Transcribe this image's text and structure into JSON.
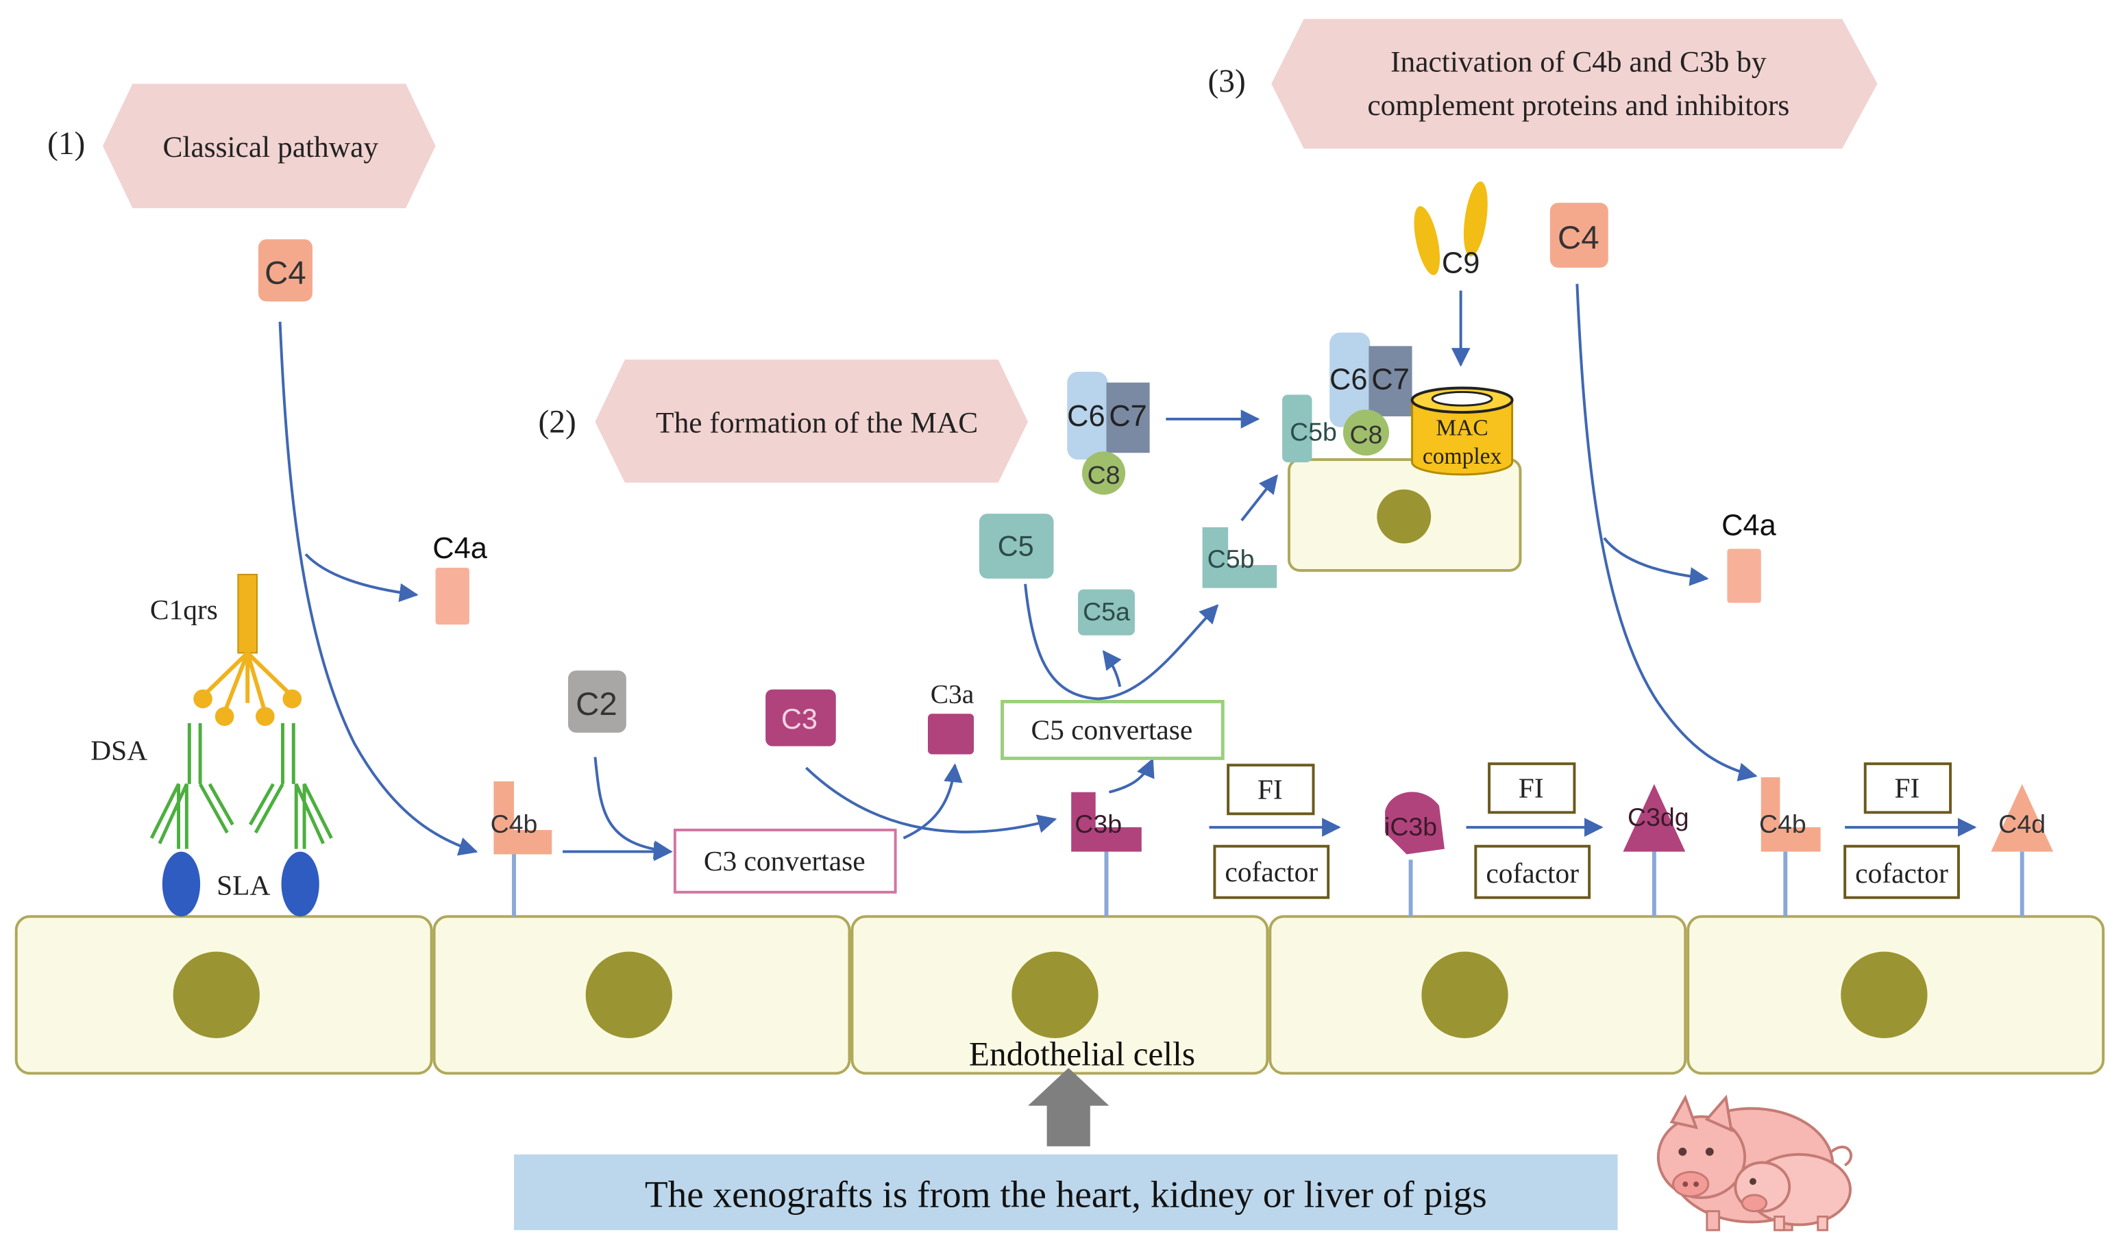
{
  "headers": {
    "classical": {
      "number": "(1)",
      "label": "Classical pathway"
    },
    "mac": {
      "number": "(2)",
      "label": "The formation of the MAC"
    },
    "inactivation": {
      "number": "(3)",
      "line1": "Inactivation of C4b and C3b by",
      "line2": "complement proteins and inhibitors"
    }
  },
  "labels": {
    "c4_left": "C4",
    "c4a_left": "C4a",
    "c1qrs": "C1qrs",
    "dsa": "DSA",
    "sla": "SLA",
    "c4b_left": "C4b",
    "c2": "C2",
    "c3_convertase": "C3 convertase",
    "c3": "C3",
    "c3a": "C3a",
    "c3b": "C3b",
    "c5_convertase": "C5 convertase",
    "c5": "C5",
    "c5a": "C5a",
    "c5b_small": "C5b",
    "c6": "C6",
    "c7": "C7",
    "c8": "C8",
    "c5b_cluster": "C5b",
    "c9": "C9",
    "mac_line1": "MAC",
    "mac_line2": "complex",
    "c4_right": "C4",
    "c4a_right": "C4a",
    "fi": "FI",
    "cofactor": "cofactor",
    "ic3b": "iC3b",
    "c3dg": "C3dg",
    "c4b_right": "C4b",
    "c4d": "C4d",
    "endothelial": "Endothelial cells",
    "xenograft": "The xenografts is from the heart, kidney or liver of pigs"
  },
  "colors": {
    "cell_fill": "#fafae4",
    "cell_stroke": "#b0a85a",
    "nucleus": "#9a9532",
    "arrow": "#3f67b3",
    "header_fill": "#f1d3d1",
    "c4": "#f4a98d",
    "c2": "#a9a6a6",
    "c3": "#b0437c",
    "c5": "#8fc3bd",
    "c6": "#b8d3ec",
    "c7": "#7b8aa3",
    "c8": "#9fbf6a",
    "c9": "#f2bd14",
    "mac": "#f6c21b",
    "antibody": "#4caf3e",
    "sla": "#2f5cc0",
    "c1qrs": "#f0b21d",
    "bottom_banner": "#bcd7ec",
    "pig": "#f7b7b3"
  }
}
